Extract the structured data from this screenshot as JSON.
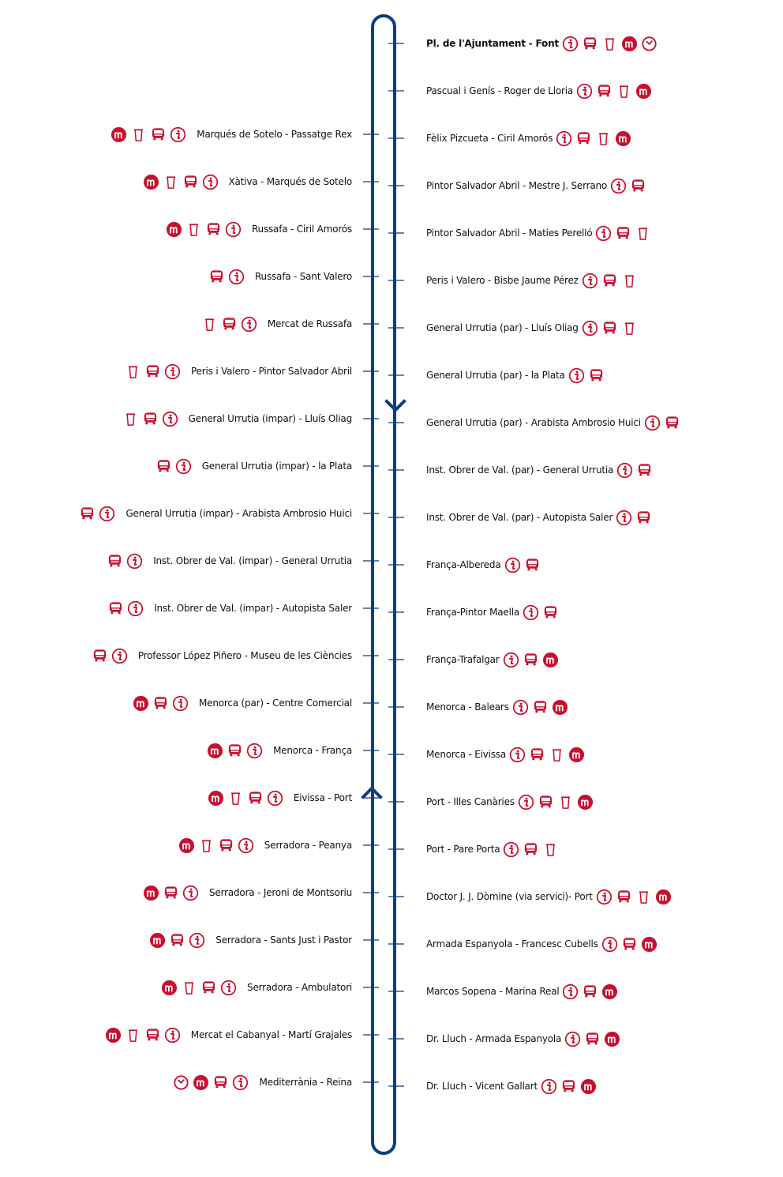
{
  "colors": {
    "route": "#0b3f83",
    "icon": "#c8102e"
  },
  "icon_names": {
    "i": "info-icon",
    "b": "bus-icon",
    "p": "paper-bin-icon",
    "m": "metro-icon",
    "c": "clock-icon"
  },
  "right_stops": [
    {
      "label": "Pl. de l'Ajuntament - Font",
      "bold": true,
      "icons": [
        "i",
        "b",
        "p",
        "m",
        "c"
      ]
    },
    {
      "label": "Pascual i Genís - Roger de Lloria",
      "icons": [
        "i",
        "b",
        "p",
        "m"
      ]
    },
    {
      "label": "Fèlix Pizcueta - Ciril Amorós",
      "icons": [
        "i",
        "b",
        "p",
        "m"
      ]
    },
    {
      "label": "Pintor Salvador Abril - Mestre J. Serrano",
      "icons": [
        "i",
        "b"
      ]
    },
    {
      "label": "Pintor Salvador Abril - Maties Perelló",
      "icons": [
        "i",
        "b",
        "p"
      ]
    },
    {
      "label": "Peris i Valero - Bisbe Jaume Pérez",
      "icons": [
        "i",
        "b",
        "p"
      ]
    },
    {
      "label": "General Urrutia (par) - Lluís Oliag",
      "icons": [
        "i",
        "b",
        "p"
      ]
    },
    {
      "label": "General Urrutia (par) - la Plata",
      "icons": [
        "i",
        "b"
      ]
    },
    {
      "label": "General Urrutia (par) - Arabista Ambrosio Huici",
      "icons": [
        "i",
        "b"
      ]
    },
    {
      "label": "Inst. Obrer de Val. (par) - General Urrutia",
      "icons": [
        "i",
        "b"
      ]
    },
    {
      "label": "Inst. Obrer de Val. (par) - Autopista Saler",
      "icons": [
        "i",
        "b"
      ]
    },
    {
      "label": "França-Albereda",
      "icons": [
        "i",
        "b"
      ]
    },
    {
      "label": "França-Pintor Maella",
      "icons": [
        "i",
        "b"
      ]
    },
    {
      "label": "França-Trafalgar",
      "icons": [
        "i",
        "b",
        "m"
      ]
    },
    {
      "label": "Menorca - Balears",
      "icons": [
        "i",
        "b",
        "m"
      ]
    },
    {
      "label": "Menorca - Eivissa",
      "icons": [
        "i",
        "b",
        "p",
        "m"
      ]
    },
    {
      "label": "Port - Illes Canàries",
      "icons": [
        "i",
        "b",
        "p",
        "m"
      ]
    },
    {
      "label": "Port - Pare Porta",
      "icons": [
        "i",
        "b",
        "p"
      ]
    },
    {
      "label": "Doctor J. J. Dòmine (via servici)- Port",
      "icons": [
        "i",
        "b",
        "p",
        "m"
      ]
    },
    {
      "label": "Armada Espanyola - Francesc Cubells",
      "icons": [
        "i",
        "b",
        "m"
      ]
    },
    {
      "label": "Marcos Sopena - Marina Real",
      "icons": [
        "i",
        "b",
        "m"
      ]
    },
    {
      "label": "Dr. Lluch - Armada Espanyola",
      "icons": [
        "i",
        "b",
        "m"
      ]
    },
    {
      "label": "Dr. Lluch - Vicent Gallart",
      "icons": [
        "i",
        "b",
        "m"
      ]
    }
  ],
  "left_stops": [
    {
      "label": "Marqués de Sotelo - Passatge Rex",
      "icons": [
        "i",
        "b",
        "p",
        "m"
      ]
    },
    {
      "label": "Xàtiva - Marqués de Sotelo",
      "icons": [
        "i",
        "b",
        "p",
        "m"
      ]
    },
    {
      "label": "Russafa - Ciril Amorós",
      "icons": [
        "i",
        "b",
        "p",
        "m"
      ]
    },
    {
      "label": "Russafa - Sant Valero",
      "icons": [
        "i",
        "b"
      ]
    },
    {
      "label": "Mercat de Russafa",
      "icons": [
        "i",
        "b",
        "p"
      ]
    },
    {
      "label": "Peris i Valero - Pintor Salvador Abril",
      "icons": [
        "i",
        "b",
        "p"
      ]
    },
    {
      "label": "General Urrutia (impar) - Lluís Oliag",
      "icons": [
        "i",
        "b",
        "p"
      ]
    },
    {
      "label": "General Urrutia (impar) - la Plata",
      "icons": [
        "i",
        "b"
      ]
    },
    {
      "label": "General Urrutia (impar) - Arabista Ambrosio Huici",
      "icons": [
        "i",
        "b"
      ]
    },
    {
      "label": "Inst. Obrer de Val. (impar) - General Urrutia",
      "icons": [
        "i",
        "b"
      ]
    },
    {
      "label": "Inst. Obrer de Val. (impar) - Autopista Saler",
      "icons": [
        "i",
        "b"
      ]
    },
    {
      "label": "Professor López Piñero - Museu de les Ciències",
      "icons": [
        "i",
        "b"
      ]
    },
    {
      "label": "Menorca (par) - Centre Comercial",
      "icons": [
        "i",
        "b",
        "m"
      ]
    },
    {
      "label": "Menorca - França",
      "icons": [
        "i",
        "b",
        "m"
      ]
    },
    {
      "label": "Eivissa - Port",
      "icons": [
        "i",
        "b",
        "p",
        "m"
      ]
    },
    {
      "label": "Serradora - Peanya",
      "icons": [
        "i",
        "b",
        "p",
        "m"
      ]
    },
    {
      "label": "Serradora - Jeroni de Montsoriu",
      "icons": [
        "i",
        "b",
        "m"
      ]
    },
    {
      "label": "Serradora - Sants Just i Pastor",
      "icons": [
        "i",
        "b",
        "m"
      ]
    },
    {
      "label": "Serradora - Ambulatori",
      "icons": [
        "i",
        "b",
        "p",
        "m"
      ]
    },
    {
      "label": "Mercat el Cabanyal - Martí Grajales",
      "icons": [
        "i",
        "b",
        "p",
        "m"
      ]
    },
    {
      "label": "Mediterrània - Reina",
      "icons": [
        "i",
        "b",
        "m",
        "c"
      ]
    }
  ]
}
